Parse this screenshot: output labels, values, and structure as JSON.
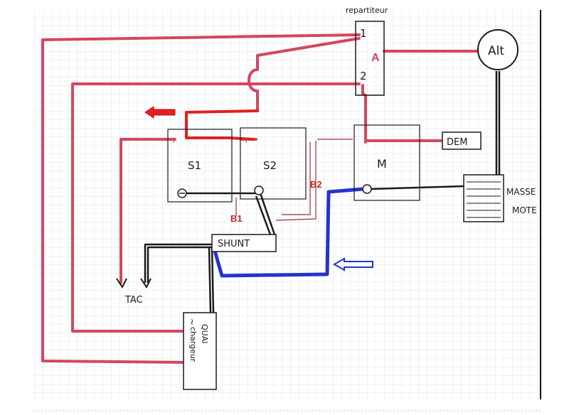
{
  "diagram": {
    "repartiteur": {
      "title": "repartiteur",
      "term1": "1",
      "termA": "A",
      "term2": "2"
    },
    "alternator": {
      "label": "Alt"
    },
    "batteries": {
      "s1": "S1",
      "s2": "S2",
      "m": "M"
    },
    "dem": {
      "label": "DEM"
    },
    "masse_moteur": {
      "line1": "MASSE",
      "line2": "MOTE"
    },
    "shunt": {
      "label": "SHUNT"
    },
    "tac": {
      "label": "TAC"
    },
    "charger": {
      "line1": "QUAI",
      "line2": "chargeur"
    },
    "labels": {
      "b1": "B1",
      "b2": "B2"
    },
    "colors": {
      "positive": "#d4465e",
      "negative": "#1a1a1a",
      "highlight_positive": "#e02020",
      "highlight_negative": "#2633c9",
      "measure_wire": "#9b3030",
      "grid": "#cfe0ec"
    }
  }
}
